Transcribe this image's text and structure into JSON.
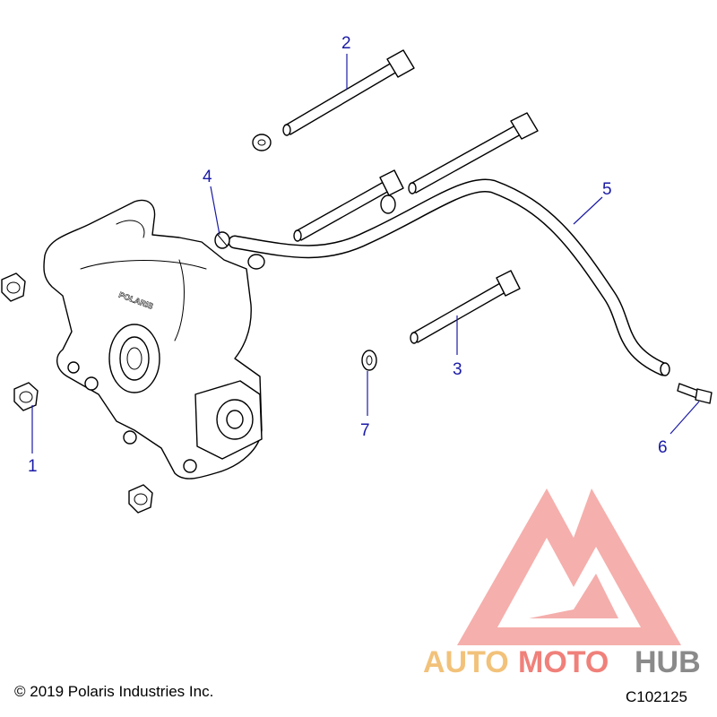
{
  "callouts": {
    "c1": "1",
    "c2": "2",
    "c3": "3",
    "c4": "4",
    "c5": "5",
    "c6": "6",
    "c7": "7"
  },
  "housing_logo": "POLARIS",
  "watermark": {
    "part1": "AUTO",
    "part2": "MOTO",
    "part3": "HUB",
    "color_light": "#f2c27a",
    "color_main": "#f0807a",
    "color_dark": "#8a8a8a"
  },
  "footer": {
    "copyright": "© 2019 Polaris Industries Inc.",
    "code": "C102125"
  },
  "colors": {
    "callout": "#1a1aa6",
    "line": "#000000"
  }
}
